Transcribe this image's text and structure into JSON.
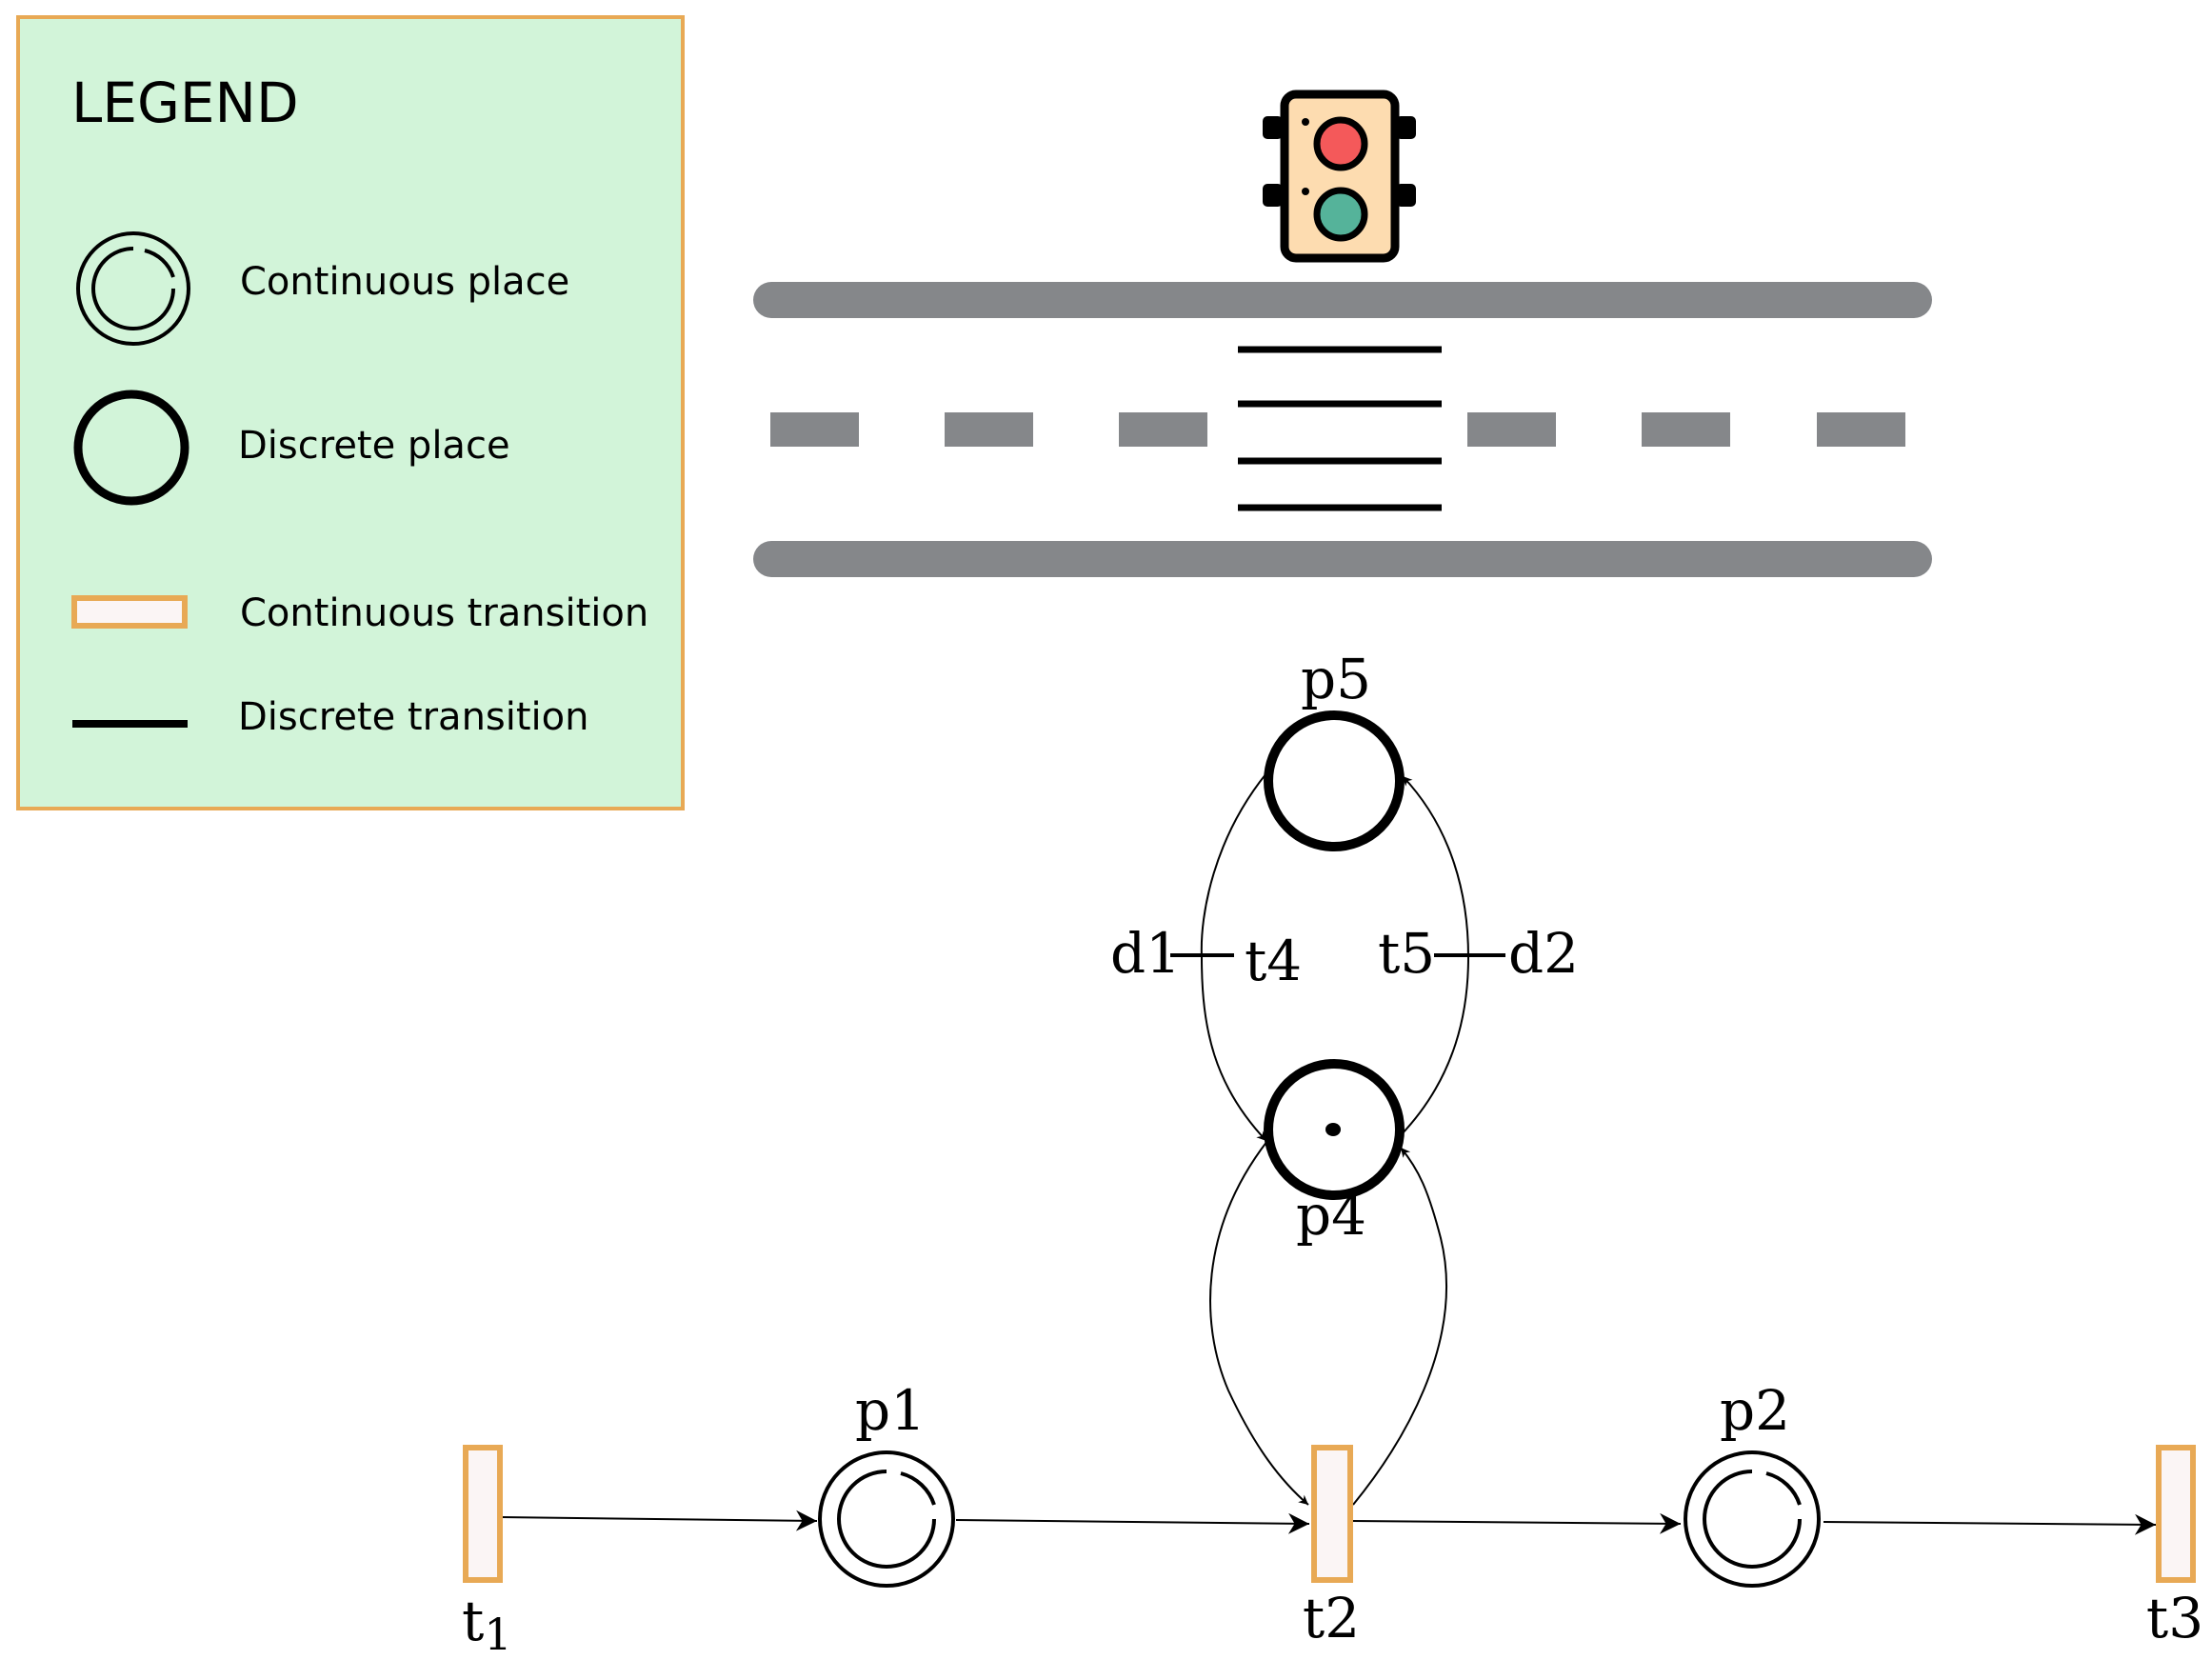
{
  "legend": {
    "title": "LEGEND",
    "items": [
      {
        "label": "Continuous place",
        "symbol": "continuous-place"
      },
      {
        "label": "Discrete place",
        "symbol": "discrete-place"
      },
      {
        "label": "Continuous transition",
        "symbol": "continuous-transition"
      },
      {
        "label": "Discrete transition",
        "symbol": "discrete-transition"
      }
    ]
  },
  "places": {
    "p1": {
      "label": "p1",
      "kind": "continuous"
    },
    "p2": {
      "label": "p2",
      "kind": "continuous"
    },
    "p4": {
      "label": "p4",
      "kind": "discrete",
      "tokens": 1
    },
    "p5": {
      "label": "p5",
      "kind": "discrete",
      "tokens": 0
    }
  },
  "transitions": {
    "t1": {
      "label": "t",
      "subscript": "1",
      "kind": "continuous"
    },
    "t2": {
      "label": "t2",
      "kind": "continuous"
    },
    "t3": {
      "label": "t3",
      "kind": "continuous"
    },
    "t4": {
      "label": "t4",
      "kind": "discrete",
      "delay": "d1"
    },
    "t5": {
      "label": "t5",
      "kind": "discrete",
      "delay": "d2"
    }
  },
  "arcs": [
    {
      "from": "t1",
      "to": "p1"
    },
    {
      "from": "p1",
      "to": "t2"
    },
    {
      "from": "t2",
      "to": "p2"
    },
    {
      "from": "p2",
      "to": "t3"
    },
    {
      "from": "p4",
      "to": "t2"
    },
    {
      "from": "t2",
      "to": "p4"
    },
    {
      "from": "p5",
      "to": "p4",
      "via": "t4"
    },
    {
      "from": "p4",
      "to": "p5",
      "via": "t5"
    }
  ],
  "illustration": {
    "icon": "traffic-light-icon",
    "scene": "road-crosswalk"
  },
  "colors": {
    "legend_bg": "#d2f4d9",
    "legend_border": "#e8a955",
    "transition_border": "#e8a955",
    "transition_fill": "#fbf5f5",
    "road": "#85878a",
    "light_body": "#fddcb0",
    "light_red": "#f4595a",
    "light_green": "#55b39a"
  }
}
